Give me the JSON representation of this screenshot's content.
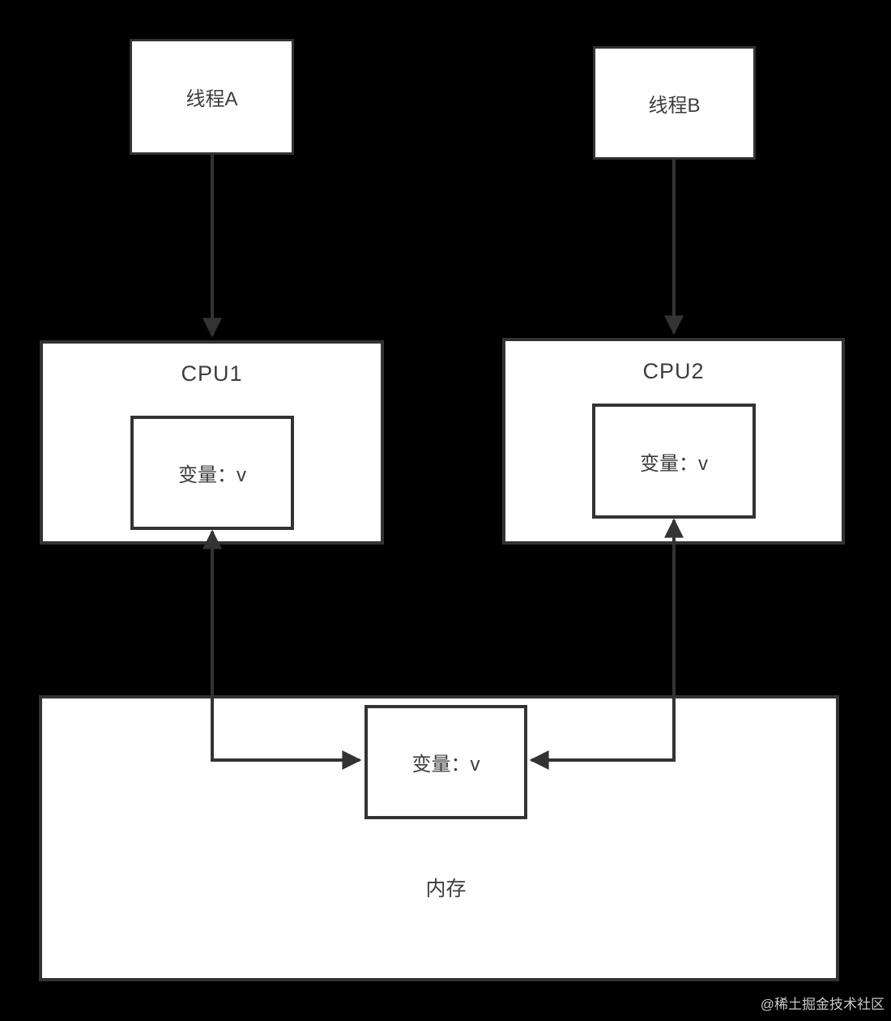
{
  "diagram": {
    "thread_a": {
      "label": "线程A"
    },
    "thread_b": {
      "label": "线程B"
    },
    "cpu1": {
      "label": "CPU1",
      "variable_label": "变量：v"
    },
    "cpu2": {
      "label": "CPU2",
      "variable_label": "变量：v"
    },
    "memory": {
      "label": "内存",
      "variable_label": "变量：v"
    },
    "connections": [
      {
        "from": "thread_a",
        "to": "cpu1",
        "style": "single-arrow"
      },
      {
        "from": "thread_b",
        "to": "cpu2",
        "style": "single-arrow"
      },
      {
        "from": "memory.variable",
        "to": "cpu1.variable",
        "style": "double-arrow"
      },
      {
        "from": "memory.variable",
        "to": "cpu2.variable",
        "style": "double-arrow"
      }
    ]
  },
  "watermark": {
    "label": "@稀土掘金技术社区"
  },
  "colors": {
    "background": "#000000",
    "box_fill": "#ffffff",
    "stroke": "#333333",
    "text": "#3d3d3d",
    "watermark_text": "#c9c9c9"
  }
}
